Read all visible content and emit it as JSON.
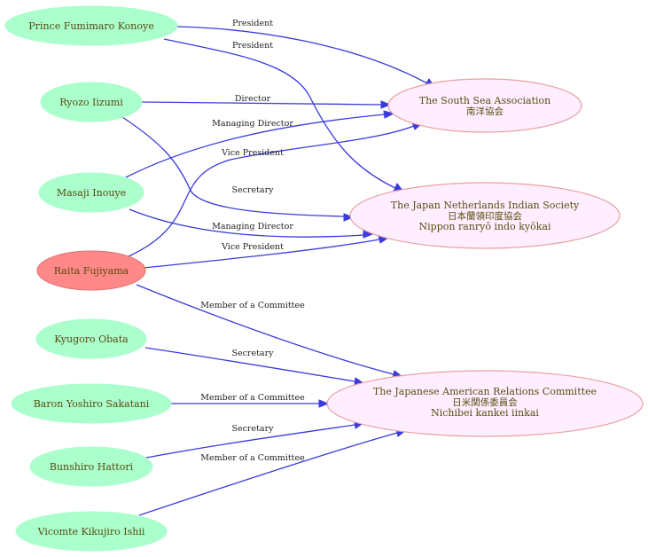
{
  "colors": {
    "person_fill": "#aaffcc",
    "focus_fill": "#ff8888",
    "org_fill": "#ffeeff",
    "org_stroke": "#e8a0a0",
    "edge": "#3b3bdc"
  },
  "people": {
    "konoye": "Prince Fumimaro Konoye",
    "iizumi": "Ryozo Iizumi",
    "inouye": "Masaji Inouye",
    "fujiyama": "Raita Fujiyama",
    "obata": "Kyugoro Obata",
    "sakatani": "Baron Yoshiro Sakatani",
    "hattori": "Bunshiro Hattori",
    "ishii": "Vicomte Kikujiro Ishii"
  },
  "orgs": {
    "south_sea": {
      "line1": "The South Sea Association",
      "line2": "南洋協会"
    },
    "netherlands": {
      "line1": "The Japan Netherlands Indian Society",
      "line2": "日本蘭領印度協会",
      "line3": "Nippon ranryō indo kyōkai"
    },
    "american": {
      "line1": "The Japanese American Relations Committee",
      "line2": "日米関係委員会",
      "line3": "Nichibei kankei iinkai"
    }
  },
  "edges": {
    "konoye_south": "President",
    "konoye_neth": "President",
    "iizumi_south": "Director",
    "inouye_south": "Managing Director",
    "fujiyama_south": "Vice President",
    "iizumi_neth": "Secretary",
    "inouye_neth": "Managing Director",
    "fujiyama_neth": "Vice President",
    "fujiyama_amer": "Member of a Committee",
    "obata_amer": "Secretary",
    "sakatani_amer": "Member of a Committee",
    "hattori_amer": "Secretary",
    "ishii_amer": "Member of a Committee"
  }
}
